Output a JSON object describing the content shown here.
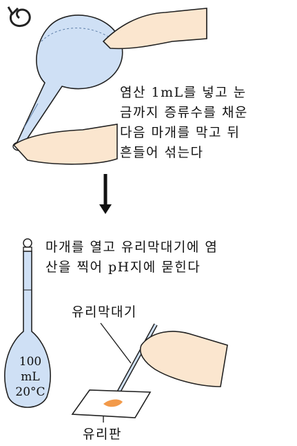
{
  "step1": {
    "lines": [
      "염산 1mL를 넣고 눈",
      "금까지 증류수를 채운",
      "다음 마개를 막고 뒤",
      "흔들어 섞는다"
    ]
  },
  "step2": {
    "lines": [
      "마개를 열고 유리막대기에 염",
      "산을 찍어 pH지에 묻힌다"
    ]
  },
  "labels": {
    "rod": "유리막대기",
    "plate": "유리판"
  },
  "flask": {
    "volume": "100",
    "unit": "mL",
    "temperature": "20°C"
  },
  "colors": {
    "liquid": "#cfe0f5",
    "skin": "#fbe6cf",
    "outline": "#222222",
    "ph_paper": "#f29a4a",
    "arrow": "#111111"
  },
  "icons": [
    "rotation-arrow-icon",
    "down-arrow-icon"
  ]
}
